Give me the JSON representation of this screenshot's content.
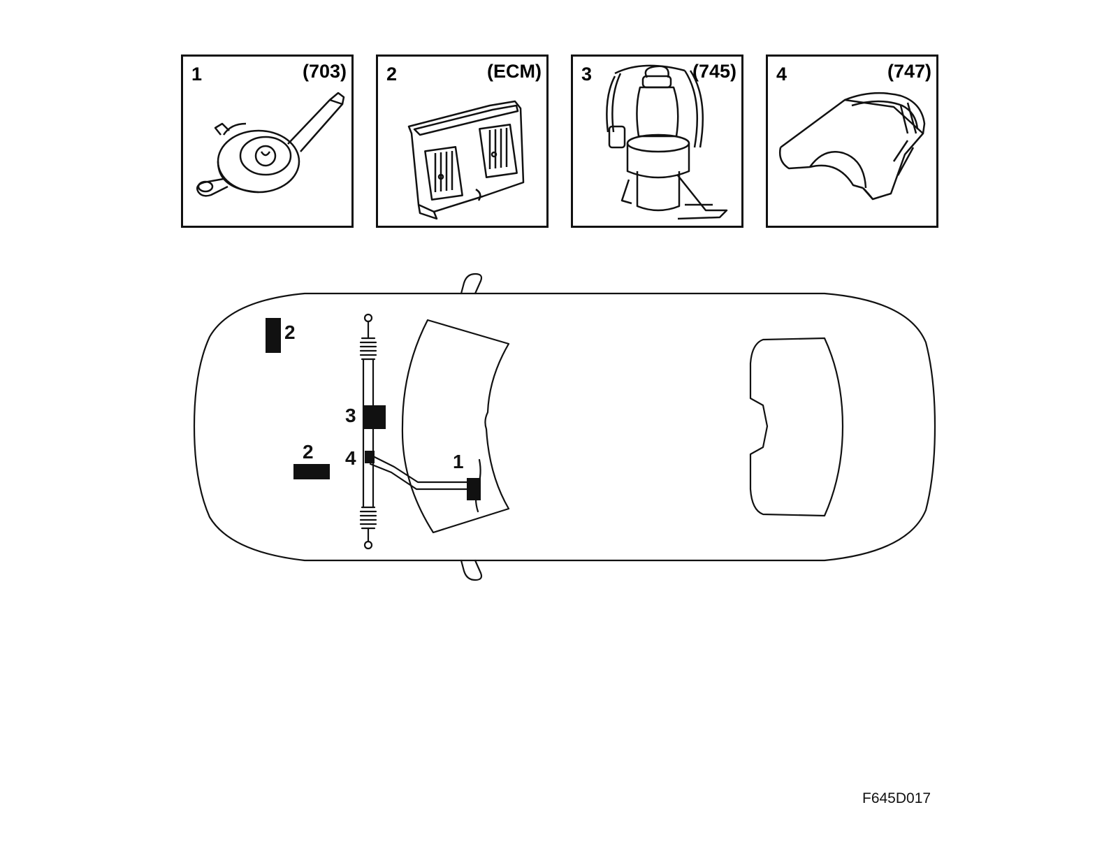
{
  "panels": [
    {
      "number": "1",
      "code": "(703)",
      "icon": "steering-angle-sensor-icon"
    },
    {
      "number": "2",
      "code": "(ECM)",
      "icon": "ecm-module-icon"
    },
    {
      "number": "3",
      "code": "(745)",
      "icon": "hydraulic-pump-icon"
    },
    {
      "number": "4",
      "code": "(747)",
      "icon": "connector-sensor-icon"
    }
  ],
  "callouts": {
    "ecm_front": "2",
    "ecm_lower": "2",
    "pump": "3",
    "valve": "4",
    "steering": "1"
  },
  "figure_id": "F645D017",
  "colors": {
    "line": "#111111",
    "background": "#ffffff"
  }
}
